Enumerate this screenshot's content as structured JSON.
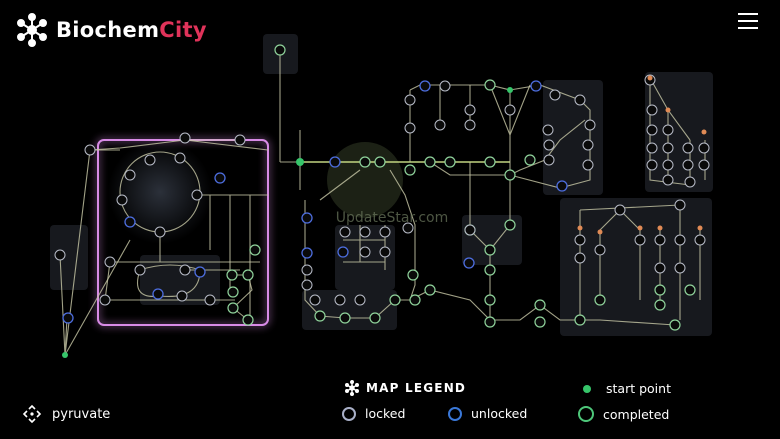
{
  "app": {
    "name_part1": "Biochem",
    "name_part2": "City"
  },
  "legend": {
    "title": "MAP LEGEND",
    "start_point": "start point",
    "locked": "locked",
    "unlocked": "unlocked",
    "completed": "completed"
  },
  "selector": {
    "label": "pyruvate"
  },
  "map": {
    "watermark": "UpdateStar.com"
  },
  "colors": {
    "background": "#000000",
    "locked": "#a9b0c8",
    "unlocked": "#3a78d8",
    "completed": "#4ec77a",
    "start_point": "#36c56a",
    "brand_accent": "#e0335a",
    "highlight_district": "#d88be6",
    "edge": "#c9c9a8"
  },
  "icons": {
    "logo": "molecule-network-icon",
    "menu": "hamburger-menu-icon",
    "legend": "molecule-network-icon",
    "selector": "four-way-arrows-icon"
  }
}
